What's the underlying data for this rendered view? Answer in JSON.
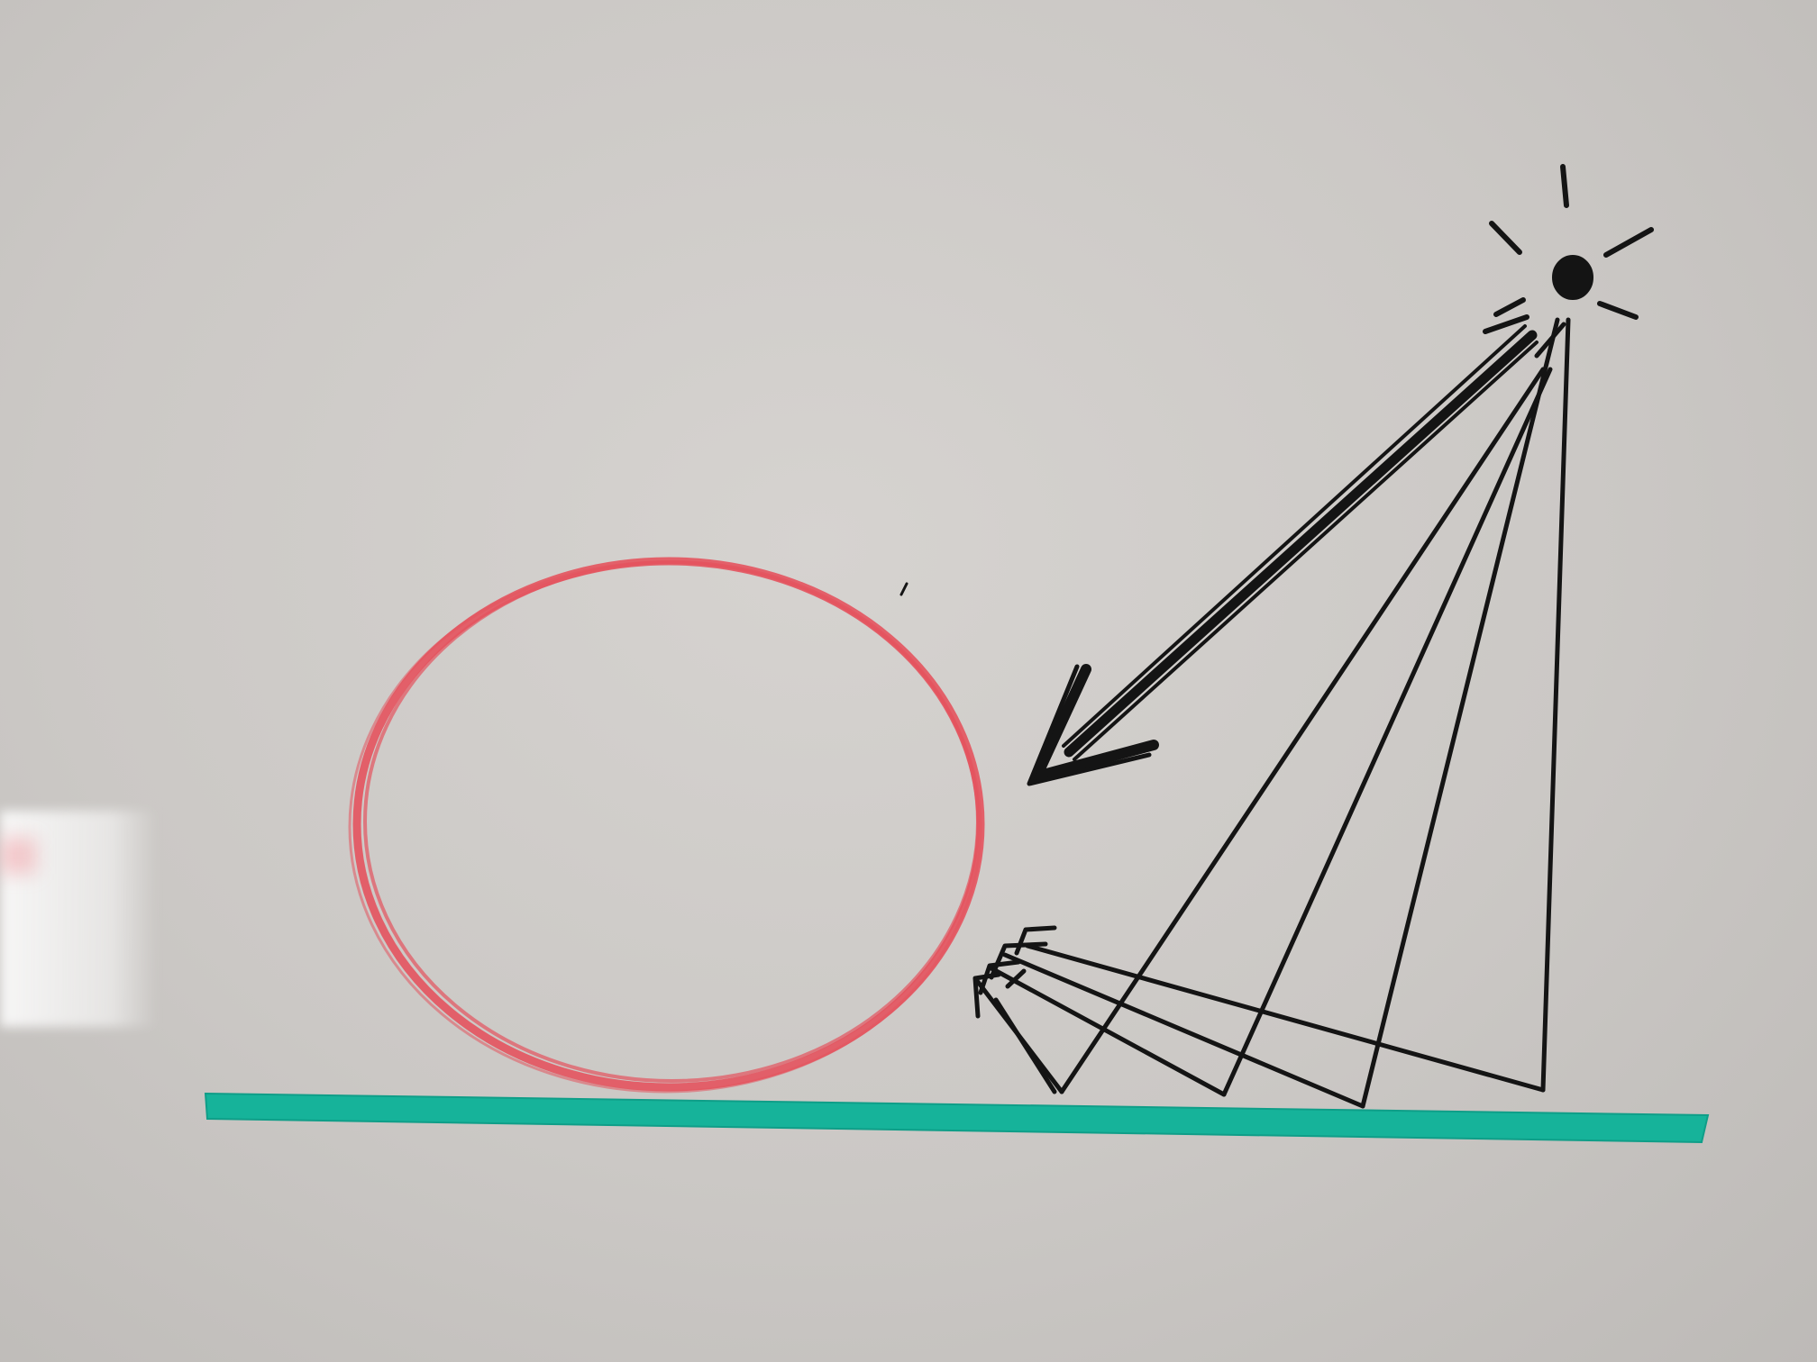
{
  "colors": {
    "board": "#cbc8c5",
    "ball": "#e4535e",
    "ground": "#16b39a",
    "ink": "#141414"
  },
  "elements": {
    "light_source": "sun-icon",
    "object": "red-circle",
    "surface": "teal-ground-line",
    "direct_ray": "thick-arrow",
    "reflected_rays": "thin-ray-arrows"
  },
  "reflected_ray_count": 4
}
